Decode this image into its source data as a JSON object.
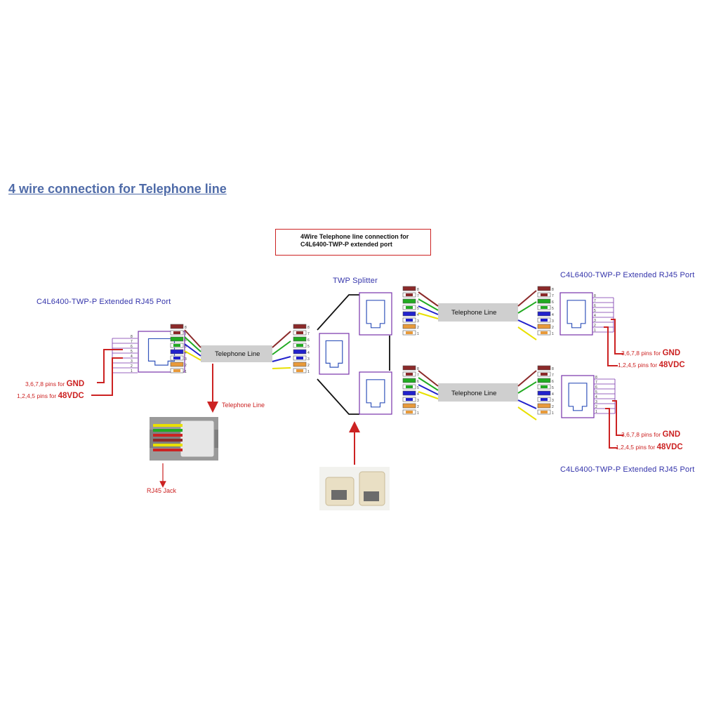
{
  "heading": "4 wire connection for Telephone line",
  "note": {
    "line1": "4Wire Telephone line connection for",
    "line2": "C4L6400-TWP-P extended port"
  },
  "labels": {
    "left_port": "C4L6400-TWP-P Extended RJ45 Port",
    "top_right_port": "C4L6400-TWP-P Extended RJ45 Port",
    "bottom_right_port": "C4L6400-TWP-P Extended RJ45 Port",
    "splitter": "TWP Splitter",
    "telephone_line": "Telephone Line",
    "telephone_line_arrow": "Telephone Line",
    "rj45_jack": "RJ45 Jack"
  },
  "pins": {
    "gnd_prefix": "3,6,7,8 pins for",
    "gnd_label": "GND",
    "vdc_prefix": "1,2,4,5 pins for",
    "vdc_label": "48VDC"
  },
  "pin_numbers": [
    "8",
    "7",
    "6",
    "5",
    "4",
    "3",
    "2",
    "1"
  ],
  "colors": {
    "heading": "#4f6ba8",
    "label_blue": "#3333aa",
    "annotation_red": "#cc2222",
    "cable_gray": "#cfcfcf",
    "wire_brown": "#8b2a2a",
    "wire_green": "#22aa22",
    "wire_blue": "#2222cc",
    "wire_orange": "#e89a3a",
    "wire_yellow": "#e8e000",
    "wire_red": "#cc2222",
    "port_purple": "#7733aa"
  }
}
